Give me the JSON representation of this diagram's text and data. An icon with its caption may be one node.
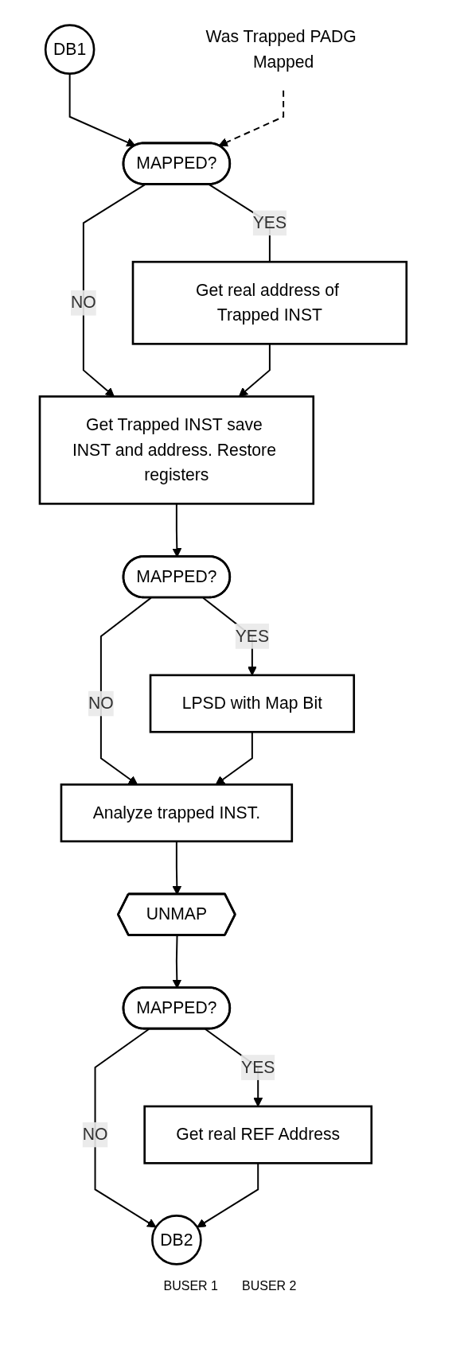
{
  "diagram": {
    "nodes": [
      {
        "text": [
          "DB1"
        ]
      },
      {
        "text": [
          "Was Trapped PADG Mapped"
        ]
      },
      {
        "text": [
          "MAPPED?"
        ]
      },
      {
        "text": [
          "Get real address of Trapped INST"
        ]
      },
      {
        "text": [
          "Get Trapped INST save INST and address. Restore registers"
        ]
      },
      {
        "text": [
          "MAPPED?"
        ]
      },
      {
        "text": [
          "LPSD with Map Bit"
        ]
      },
      {
        "text": [
          "Analyze trapped INST."
        ]
      },
      {
        "text": [
          "UNMAP"
        ]
      },
      {
        "text": [
          "MAPPED?"
        ]
      },
      {
        "text": [
          "Get real REF Address"
        ]
      },
      {
        "text": [
          "DB2"
        ]
      }
    ],
    "edges": [
      {
        "from": 0,
        "to": 2,
        "arrow": "to"
      },
      {
        "from": 1,
        "to": 2,
        "arrow": "to",
        "style": "dashed"
      },
      {
        "from": 2,
        "to": 3,
        "label": "YES",
        "arrow": "none"
      },
      {
        "from": 2,
        "to": 4,
        "label": "NO",
        "arrow": "to"
      },
      {
        "from": 3,
        "to": 4,
        "arrow": "to"
      },
      {
        "from": 4,
        "to": 5,
        "arrow": "to"
      },
      {
        "from": 5,
        "to": 6,
        "label": "YES",
        "arrow": "to"
      },
      {
        "from": 5,
        "to": 7,
        "label": "NO",
        "arrow": "to"
      },
      {
        "from": 6,
        "to": 7,
        "arrow": "to"
      },
      {
        "from": 7,
        "to": 8,
        "arrow": "to"
      },
      {
        "from": 8,
        "to": 9,
        "arrow": "to"
      },
      {
        "from": 9,
        "to": 10,
        "label": "YES",
        "arrow": "to"
      },
      {
        "from": 9,
        "to": 11,
        "label": "NO",
        "arrow": "to"
      },
      {
        "from": 10,
        "to": 11,
        "arrow": "to"
      }
    ],
    "labels": [
      "BUSER 1",
      "BUSER 2"
    ]
  }
}
